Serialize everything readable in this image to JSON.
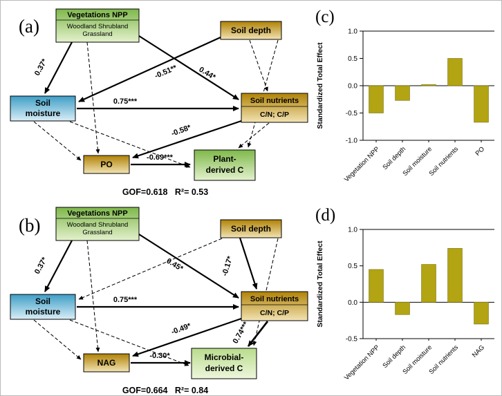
{
  "sem_a": {
    "panel_label": "(a)",
    "nodes": {
      "veg_npp_title": "Vegetations NPP",
      "veg_npp_sub1": "Woodland Shrubland",
      "veg_npp_sub2": "Grassland",
      "soil_depth": "Soil depth",
      "soil_moisture_line1": "Soil",
      "soil_moisture_line2": "moisture",
      "soil_nutrients_title": "Soil nutrients",
      "soil_nutrients_sub": "C/N; C/P",
      "po": "PO",
      "plant_c_line1": "Plant-",
      "plant_c_line2": "derived C"
    },
    "paths": {
      "npp_to_moisture": "0.37*",
      "depth_to_moisture": "-0.51**",
      "npp_to_nutrients": "0.44*",
      "moisture_to_nutrients": "0.75***",
      "nutrients_to_po": "-0.58*",
      "po_to_plantc": "-0.69***"
    },
    "fit": "GOF=0.618   R²= 0.53"
  },
  "sem_b": {
    "panel_label": "(b)",
    "nodes": {
      "veg_npp_title": "Vegetations NPP",
      "veg_npp_sub1": "Woodland Shrubland",
      "veg_npp_sub2": "Grassland",
      "soil_depth": "Soil depth",
      "soil_moisture_line1": "Soil",
      "soil_moisture_line2": "moisture",
      "soil_nutrients_title": "Soil nutrients",
      "soil_nutrients_sub": "C/N; C/P",
      "nag": "NAG",
      "microbial_c_line1": "Microbial-",
      "microbial_c_line2": "derived C"
    },
    "paths": {
      "npp_to_moisture": "0.37*",
      "npp_to_nutrients": "0.45*",
      "depth_to_nutrients": "-0.17*",
      "moisture_to_nutrients": "0.75***",
      "nutrients_to_nag": "-0.49*",
      "nag_to_microbial": "-0.30*",
      "nutrients_to_microbial": "0.74***"
    },
    "fit": "GOF=0.664   R²= 0.84"
  },
  "chart_data": [
    {
      "id": "c",
      "type": "bar",
      "panel_label": "(c)",
      "title": "",
      "ylabel": "Standardized Total Effect",
      "xlabel": "",
      "categories": [
        "Vegetation NPP",
        "Soil depth",
        "Soil moisture",
        "Soil nutrients",
        "PO"
      ],
      "values": [
        -0.5,
        -0.27,
        0.02,
        0.5,
        -0.67
      ],
      "ylim": [
        -1.0,
        1.0
      ],
      "yticks": [
        1.0,
        0.5,
        0.0,
        -0.5,
        -1.0
      ],
      "bar_color": "#b2a412",
      "grid": false,
      "legend": false
    },
    {
      "id": "d",
      "type": "bar",
      "panel_label": "(d)",
      "title": "",
      "ylabel": "Standardized Total Effect",
      "xlabel": "",
      "categories": [
        "Vegetation NPP",
        "Soil depth",
        "Soil moisture",
        "Soil nutrients",
        "NAG"
      ],
      "values": [
        0.45,
        -0.17,
        0.52,
        0.74,
        -0.3
      ],
      "ylim": [
        -0.5,
        1.0
      ],
      "yticks": [
        1.0,
        0.5,
        0.0,
        -0.5
      ],
      "bar_color": "#b2a412",
      "grid": false,
      "legend": false
    }
  ],
  "colors": {
    "green_box_top": "#7eb84a",
    "green_box_bottom": "#e4f1cd",
    "green_light_top": "#b9dc8c",
    "green_light_bottom": "#eef6dd",
    "gold_box_top": "#b08206",
    "gold_box_bottom": "#f2e3b4",
    "blue_box_top": "#3e9ec6",
    "blue_box_bottom": "#daeef7",
    "bar": "#b2a412"
  }
}
